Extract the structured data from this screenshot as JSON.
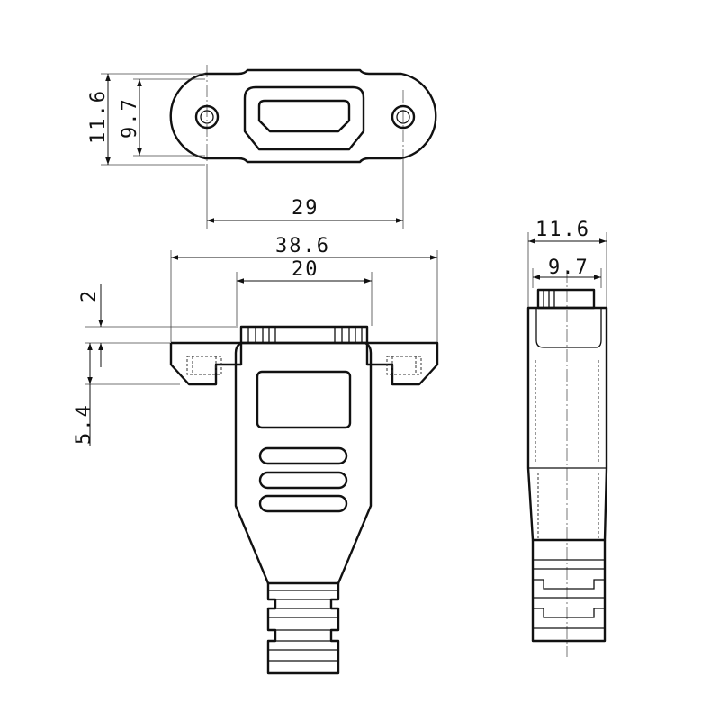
{
  "dimensions": {
    "top_height_outer": "11.6",
    "top_height_inner": "9.7",
    "hole_spacing": "29",
    "overall_width": "38.6",
    "body_width": "20",
    "flange_offset": "2",
    "flange_thickness": "5.4",
    "side_width_outer": "11.6",
    "side_width_inner": "9.7"
  },
  "colors": {
    "line": "#111111",
    "background": "#ffffff"
  }
}
